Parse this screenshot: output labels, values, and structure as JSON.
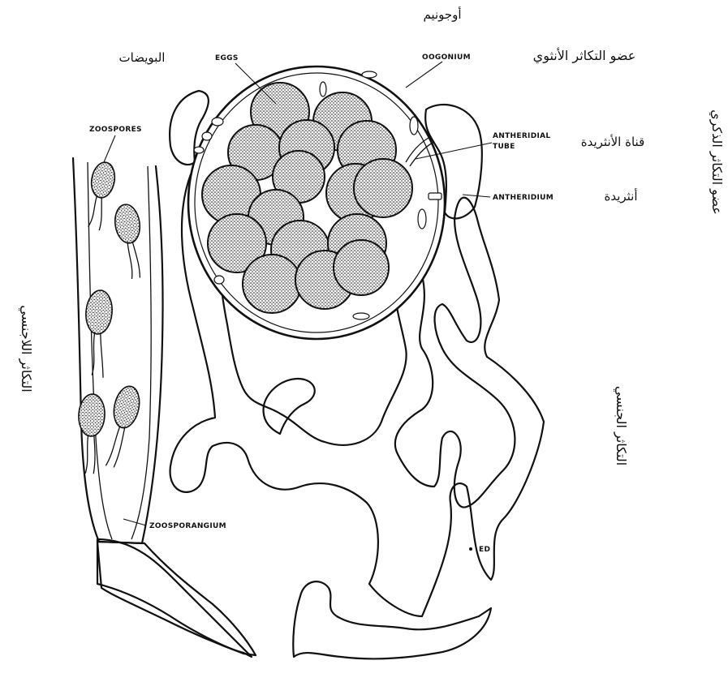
{
  "labels_en": {
    "eggs": "EGGS",
    "oogonium": "OOGONIUM",
    "antheridial_tube_1": "ANTHERIDIAL",
    "antheridial_tube_2": "TUBE",
    "antheridium": "ANTHERIDIUM",
    "zoospores": "ZOOSPORES",
    "zoosporangium": "ZOOSPORANGIUM",
    "ed": "ED"
  },
  "labels_ar": {
    "oogonium": "أوجونيم",
    "female_organ": "عضو التكاثر الأنثوي",
    "eggs": "البويضات",
    "antheridial_tube": "قناة الأنثريدة",
    "antheridium": "أنثريدة",
    "male_organ": "عضو التكاثر الذكري",
    "asexual": "التكاثر اللاجنسي",
    "sexual": "التكاثر الجنسي"
  },
  "colors": {
    "ink": "#111111",
    "stipple": "#2a2a2a",
    "background": "#ffffff"
  }
}
